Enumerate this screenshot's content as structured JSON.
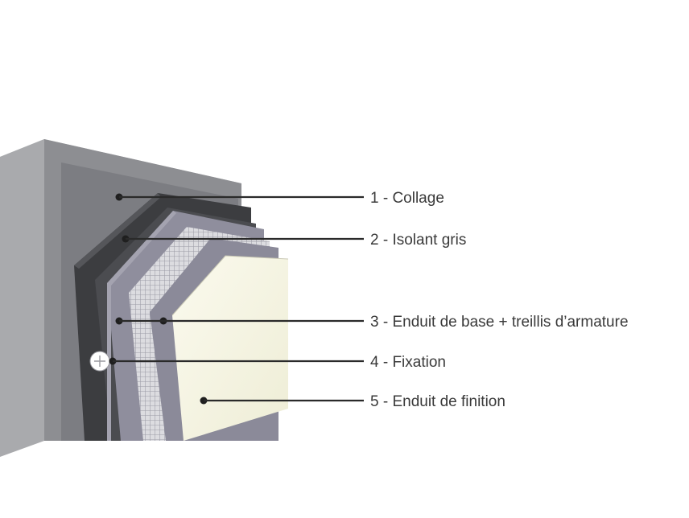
{
  "colors": {
    "wall_front": "#8a8b8f",
    "wall_panel": "#7a7b80",
    "wall_side": "#a6a7aa",
    "wall_top": "#b4b5b8",
    "adhesive": "#3b3c3f",
    "insulation": "#4a4b4f",
    "base_coat": "#8e8d9c",
    "mesh": "#d9d9dd",
    "finish": "#f4f3e2",
    "leader": "#2a2a2a",
    "text": "#3a3a3a"
  },
  "labels": [
    {
      "id": "collage",
      "text": "1 - Collage"
    },
    {
      "id": "isolant",
      "text": "2 - Isolant gris"
    },
    {
      "id": "enduit-base",
      "text": "3 - Enduit de base + treillis d’armature"
    },
    {
      "id": "fixation",
      "text": "4 - Fixation"
    },
    {
      "id": "enduit-finition",
      "text": "5 - Enduit de finition"
    }
  ]
}
